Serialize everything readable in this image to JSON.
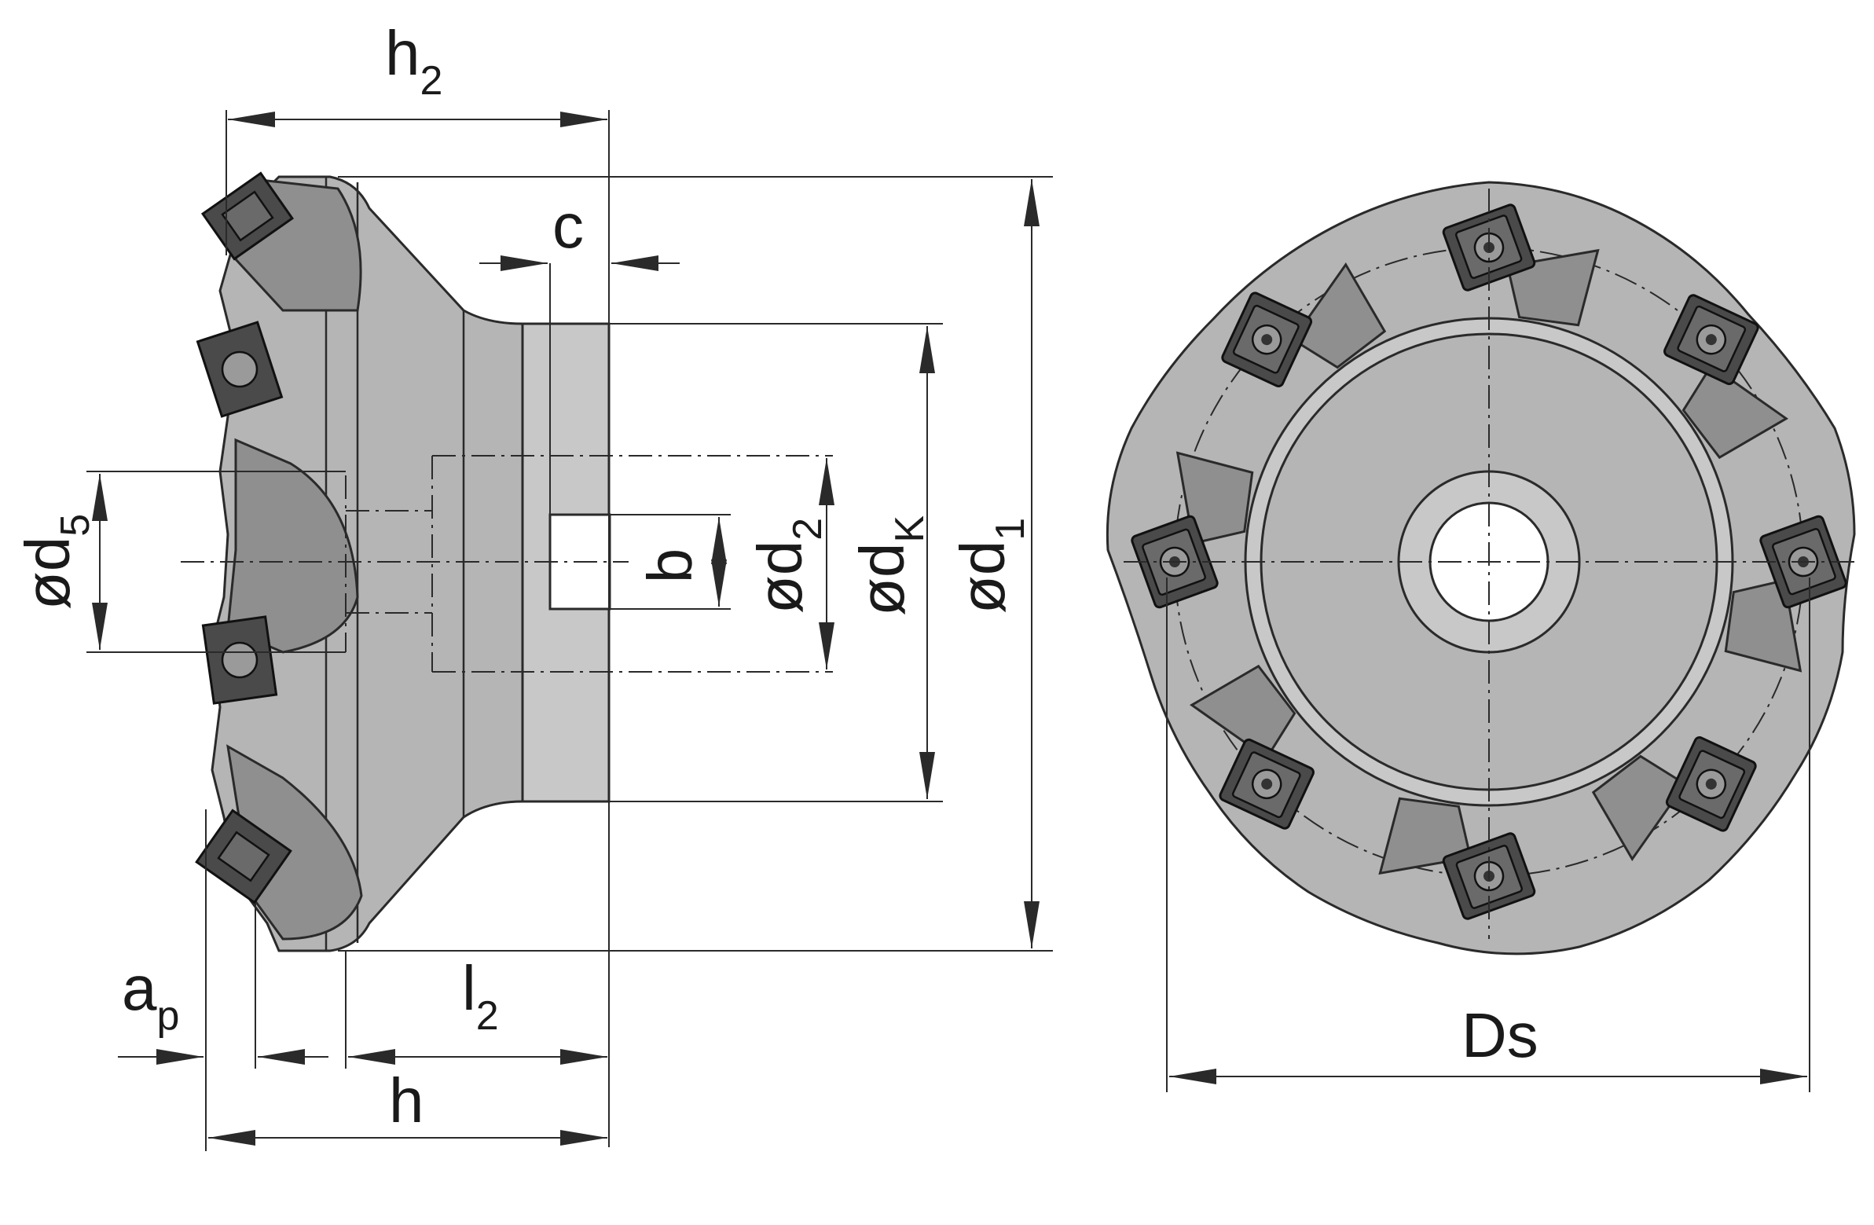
{
  "labels": {
    "h2": {
      "main": "h",
      "sub": "2"
    },
    "c": {
      "main": "c"
    },
    "b": {
      "main": "b"
    },
    "d5": {
      "main": "ød",
      "sub": "5"
    },
    "d2": {
      "main": "ød",
      "sub": "2"
    },
    "dk": {
      "main": "ød",
      "sub": "K"
    },
    "d1": {
      "main": "ød",
      "sub": "1"
    },
    "ap": {
      "main": "a",
      "sub": "p"
    },
    "l2": {
      "main": "l",
      "sub": "2"
    },
    "h": {
      "main": "h"
    },
    "ds": {
      "main": "Ds"
    }
  },
  "colors": {
    "body": "#b5b5b5",
    "insert": "#4a4a4a",
    "line": "#2a2a2a",
    "background": "#ffffff"
  },
  "front_view": {
    "insert_count": 8
  }
}
